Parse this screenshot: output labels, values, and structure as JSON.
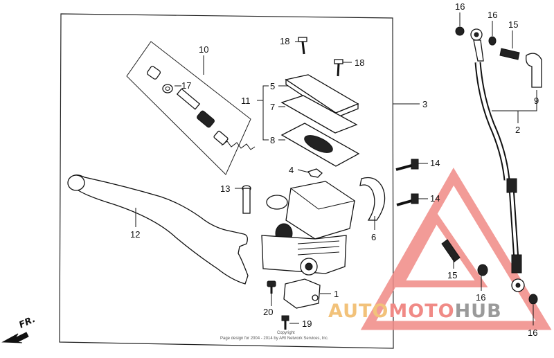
{
  "diagram": {
    "callouts": {
      "c1": "1",
      "c2": "2",
      "c3": "3",
      "c4": "4",
      "c5": "5",
      "c6": "6",
      "c7": "7",
      "c8": "8",
      "c9": "9",
      "c10": "10",
      "c11": "11",
      "c12": "12",
      "c13": "13",
      "c14a": "14",
      "c14b": "14",
      "c15a": "15",
      "c15b": "15",
      "c16a": "16",
      "c16b": "16",
      "c16c": "16",
      "c16d": "16",
      "c17": "17",
      "c18a": "18",
      "c18b": "18",
      "c19": "19",
      "c20": "20"
    },
    "direction_label": "FR.",
    "copyright_line1": "Copyright",
    "copyright_line2": "Page design for 2004 - 2014 by ARI Network Services, Inc."
  },
  "watermark": {
    "part1": "AUTO",
    "part2": "MOTO",
    "part3": "HUB",
    "colors": {
      "auto": "#f2c27a",
      "moto": "#f08a86",
      "hub": "#9a9a9a",
      "triangle": "#f08a86"
    }
  }
}
